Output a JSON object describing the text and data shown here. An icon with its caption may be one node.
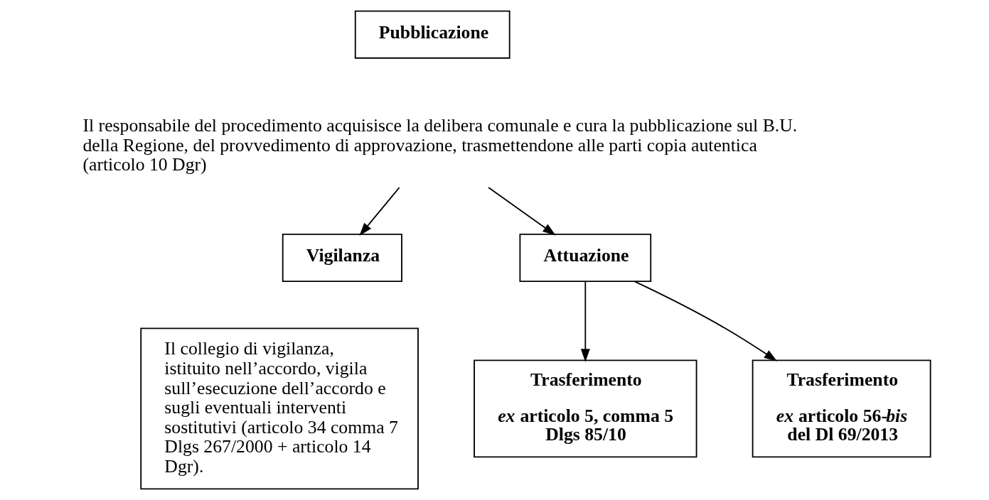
{
  "diagram": {
    "nodes": [
      {
        "text": [
          "Pubblicazione"
        ]
      },
      {
        "text": [
          "Il responsabile del procedimento acquisisce la delibera comunale e cura la pubblicazione sul B.U. della Regione, del provvedimento di approvazione, trasmettendone alle parti copia autentica (articolo 10 Dgr)"
        ]
      },
      {
        "text": [
          "Vigilanza"
        ]
      },
      {
        "text": [
          "Attuazione"
        ]
      },
      {
        "text": [
          "Il collegio di vigilanza, istituito nell’accordo, vigila sull’esecuzione dell’accordo e sugli eventuali interventi sostitutivi (articolo 34 comma 7 Dlgs 267/2000 + articolo 14 Dgr)."
        ]
      },
      {
        "text": [
          "Trasferimento",
          "*ex* articolo 5, comma 5 Dlgs 85/10"
        ]
      },
      {
        "text": [
          "Trasferimento",
          "*ex* articolo 56-*bis* del Dl 69/2013"
        ]
      }
    ],
    "edges": [
      {
        "from": 1,
        "to": 2,
        "arrow": "to"
      },
      {
        "from": 1,
        "to": 3,
        "arrow": "to"
      },
      {
        "from": 3,
        "to": 5,
        "arrow": "to"
      },
      {
        "from": 3,
        "to": 6,
        "arrow": "to"
      }
    ]
  }
}
